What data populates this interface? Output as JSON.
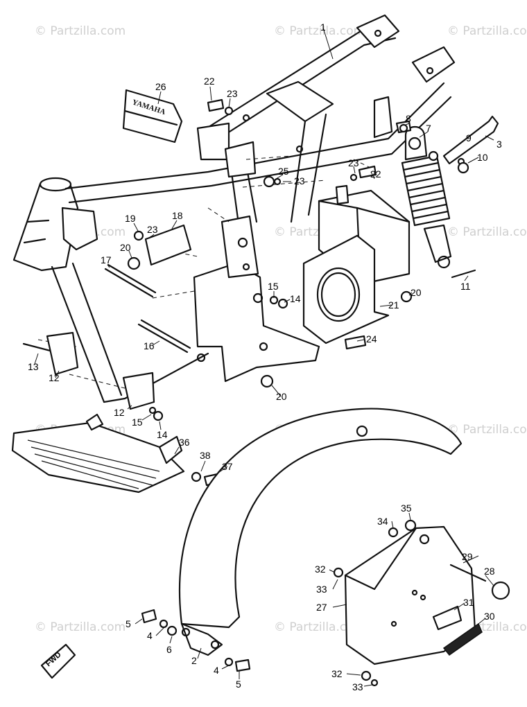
{
  "watermark": {
    "text": "© Partzilla.com"
  },
  "fwd_arrow": {
    "label": "FWD"
  },
  "toolbag_logo": {
    "text": "YAMAHA"
  },
  "callouts": [
    "1",
    "2",
    "3",
    "4",
    "4",
    "5",
    "5",
    "6",
    "7",
    "8",
    "9",
    "10",
    "11",
    "12",
    "12",
    "13",
    "14",
    "14",
    "15",
    "15",
    "16",
    "17",
    "18",
    "19",
    "20",
    "20",
    "20",
    "21",
    "22",
    "22",
    "23",
    "23",
    "23",
    "23",
    "24",
    "25",
    "26",
    "27",
    "28",
    "29",
    "30",
    "31",
    "32",
    "32",
    "33",
    "33",
    "34",
    "35",
    "36",
    "37",
    "38"
  ]
}
